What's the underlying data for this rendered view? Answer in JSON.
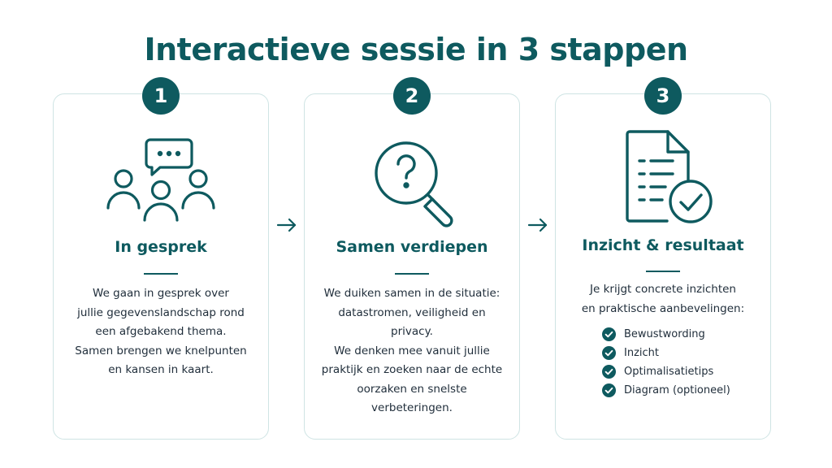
{
  "title": "Interactieve sessie in 3 stappen",
  "colors": {
    "accent": "#0e5a5f",
    "card_border": "#cfe4e4",
    "text": "#1f2d3a"
  },
  "steps": [
    {
      "number": "1",
      "icon": "group-conversation-icon",
      "title": "In gesprek",
      "body": [
        "We gaan in gesprek over",
        "jullie gegevenslandschap rond",
        "een afgebakend thema.",
        "Samen brengen we knelpunten",
        "en kansen in kaart."
      ]
    },
    {
      "number": "2",
      "icon": "magnifier-question-icon",
      "title": "Samen verdiepen",
      "body": [
        "We duiken samen in de situatie:",
        "datastromen, veiligheid en privacy.",
        "We denken mee vanuit jullie",
        "praktijk en zoeken naar de echte",
        "oorzaken en snelste verbeteringen."
      ]
    },
    {
      "number": "3",
      "icon": "document-check-icon",
      "title": "Inzicht & resultaat",
      "body": [
        "Je krijgt concrete inzichten",
        "en praktische aanbevelingen:"
      ],
      "checklist": [
        "Bewustwording",
        "Inzicht",
        "Optimalisatietips",
        "Diagram (optioneel)"
      ]
    }
  ],
  "connector_icon": "arrow-right-icon"
}
